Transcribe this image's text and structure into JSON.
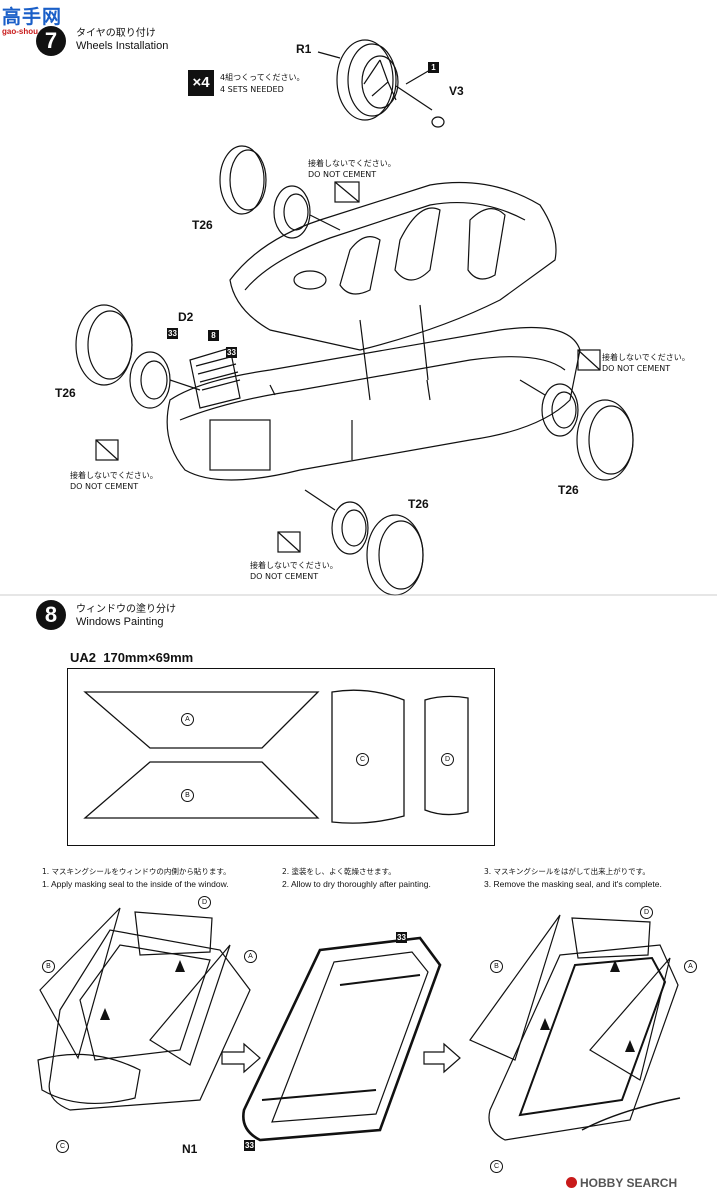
{
  "header": {
    "logo_text": "高手网",
    "logo_url": "gao-shou.net"
  },
  "step7": {
    "number": "7",
    "title_jp": "タイヤの取り付け",
    "title_en": "Wheels Installation",
    "qty_badge": "×4",
    "qty_jp": "4組つくってください。",
    "qty_en": "4 SETS NEEDED",
    "parts": {
      "r1": "R1",
      "v3": "V3",
      "part1": "1",
      "t26_a": "T26",
      "t26_b": "T26",
      "t26_c": "T26",
      "t26_d": "T26",
      "d2": "D2",
      "p33a": "33",
      "p8": "8",
      "p33b": "33"
    },
    "notes": [
      {
        "jp": "接着しないでください。",
        "en": "DO NOT CEMENT"
      },
      {
        "jp": "接着しないでください。",
        "en": "DO NOT CEMENT"
      },
      {
        "jp": "接着しないでください。",
        "en": "DO NOT CEMENT"
      },
      {
        "jp": "接着しないでください。",
        "en": "DO NOT CEMENT"
      }
    ]
  },
  "step8": {
    "number": "8",
    "title_jp": "ウィンドウの塗り分け",
    "title_en": "Windows Painting",
    "sheet_label": "UA2  170mm×69mm",
    "seals": [
      "A",
      "B",
      "C",
      "D"
    ],
    "instructions": [
      {
        "jp": "1.  マスキングシールをウィンドウの内側から貼ります。",
        "en": "1.  Apply masking seal to the inside of the window."
      },
      {
        "jp": "2.  塗装をし、よく乾燥させます。",
        "en": "2.  Allow to dry thoroughly after painting."
      },
      {
        "jp": "3.  マスキングシールをはがして出来上がりです。",
        "en": "3.  Remove the masking seal, and it's complete."
      }
    ],
    "diagram_labels": {
      "d1": "D",
      "a1": "A",
      "b1": "B",
      "c1": "C",
      "n1": "N1",
      "p33a": "33",
      "p33b": "33",
      "d3": "D",
      "a3": "A",
      "b3": "B",
      "c3": "C"
    }
  },
  "footer": {
    "watermark": "HOBBY SEARCH"
  }
}
